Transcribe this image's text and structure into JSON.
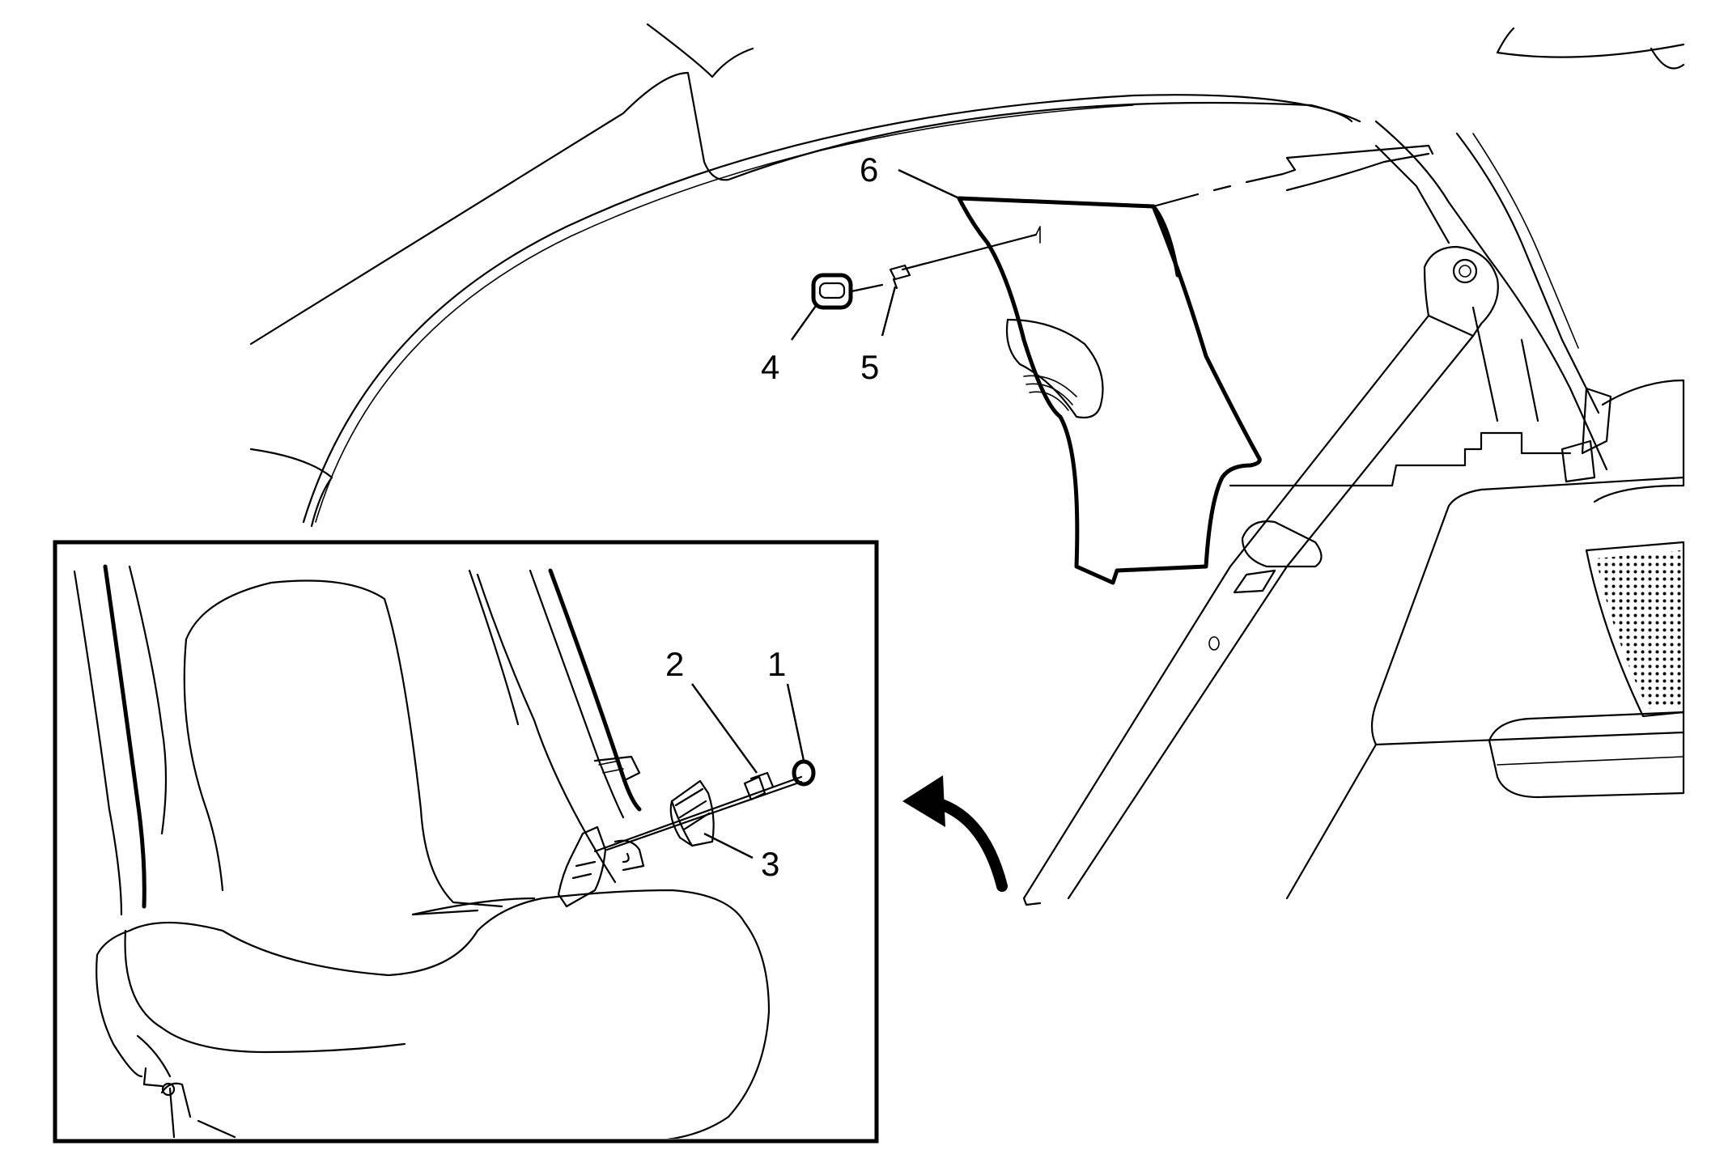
{
  "diagram": {
    "callouts": [
      {
        "id": "1",
        "label": "1"
      },
      {
        "id": "2",
        "label": "2"
      },
      {
        "id": "3",
        "label": "3"
      },
      {
        "id": "4",
        "label": "4"
      },
      {
        "id": "5",
        "label": "5"
      },
      {
        "id": "6",
        "label": "6"
      }
    ],
    "icons": {
      "detail_arrow": "curved-arrow-icon",
      "inset_frame": "detail-view-frame"
    }
  }
}
